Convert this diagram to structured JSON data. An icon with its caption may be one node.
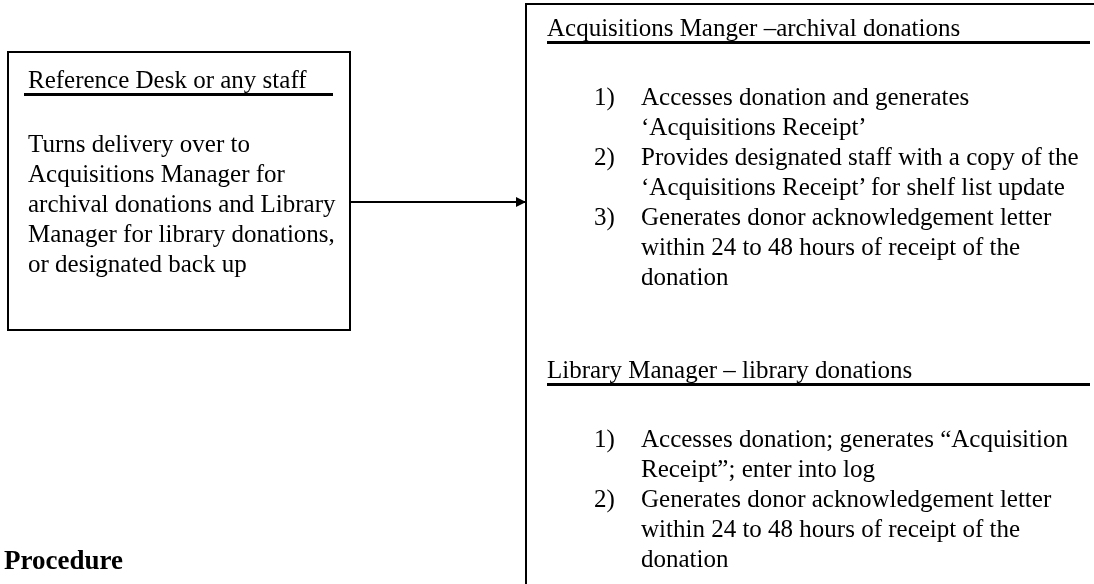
{
  "diagram": {
    "title": "Procedure",
    "nodes": [
      {
        "text": [
          "Reference Desk or any staff",
          "Turns delivery over to Acquisitions Manager for archival donations and Library Manager for library donations, or designated back up"
        ]
      },
      {
        "text": [],
        "shape": "box"
      },
      {
        "text": [
          "Acquisitions Manger –archival donations",
          "1) Accesses donation and generates ‘Acquisitions Receipt’",
          "2) Provides designated staff with a copy of the ‘Acquisitions Receipt’ for shelf list update",
          "3) Generates donor acknowledgement letter within 24 to 48 hours of receipt of the donation"
        ],
        "in": 1
      },
      {
        "text": [
          "Library Manager – library donations",
          "1) Accesses donation; generates “Acquisition Receipt”; enter into log",
          "2) Generates donor acknowledgement letter within 24 to 48 hours of receipt of the donation"
        ],
        "in": 1
      }
    ],
    "edges": [
      {
        "from": 0,
        "to": 1,
        "arrow": "to"
      }
    ]
  }
}
